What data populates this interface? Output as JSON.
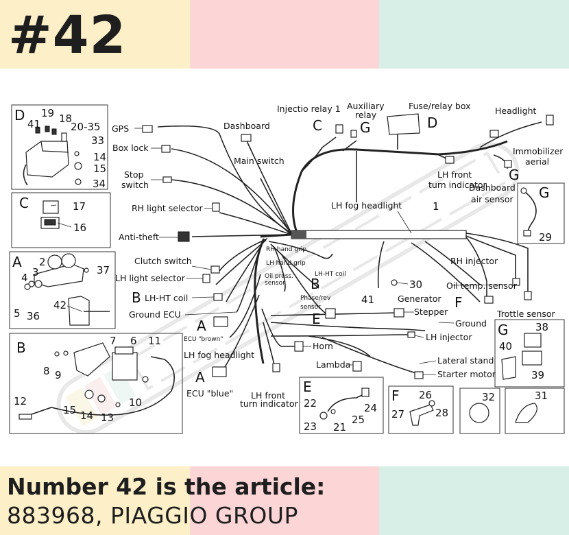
{
  "header": {
    "title": "#42"
  },
  "footer": {
    "line1": "Number 42 is the article:",
    "line2": "883968, PIAGGIO GROUP"
  },
  "watermark": {
    "style": "faint diagonal logo lettering across the diagram"
  },
  "colors": {
    "band_yellow": "#fdf0c8",
    "band_pink": "#fcd6d6",
    "band_mint": "#d7efe7",
    "text": "#1e1e1e"
  },
  "diagram": {
    "labels": {
      "injection_relay": "Injectio relay 1",
      "auxiliary_relay": "Auxiliary\nrelay",
      "fuse_relay_box": "Fuse/relay box",
      "headlight": "Headlight",
      "gps": "GPS",
      "dashboard": "Dashboard",
      "box_lock": "Box lock",
      "main_switch": "Main switch",
      "immobilizer_aerial": "Immobilizer\naerial",
      "stop_switch": "Stop\nswitch",
      "lh_front_turn_indicator_top": "LH front\nturn indicator",
      "dashboard_air_sensor": "Dashboard\nair sensor",
      "rh_light_selector": "RH light selector",
      "lh_fog_headlight_top": "LH fog headlight",
      "anti_theft": "Anti-theft",
      "rh_hand_grip": "RH hand grip",
      "lh_hand_grip": "LH hand grip",
      "lh_ht_coil_right": "LH-HT coil",
      "oil_press_sensor": "Oil press.\nsensor",
      "clutch_switch": "Clutch switch",
      "rh_injector": "RH injector",
      "lh_light_selector": "LH light selector",
      "oil_temp_sensor": "Oil temp. sensor",
      "phase_rev_sensor": "Phase/rev\nsensor",
      "generator": "Generator",
      "lh_ht_coil_left": "LH-HT coil",
      "ground_ecu": "Ground ECU",
      "stepper": "Stepper",
      "trottle_sensor": "Trottle sensor",
      "ground": "Ground",
      "ecu_brown": "ECU \"brown\"",
      "lh_injector": "LH injector",
      "horn": "Horn",
      "lh_fog_headlight_left": "LH fog headlight",
      "lateral_stand": "Lateral stand",
      "lambda": "Lambda",
      "starter_motor": "Starter motor",
      "ecu_blue": "ECU \"blue\"",
      "lh_front_turn_indicator_bottom": "LH front\nturn indicator"
    },
    "letters": [
      "A",
      "B",
      "C",
      "D",
      "E",
      "F",
      "G"
    ],
    "numbers": [
      "1",
      "2",
      "3",
      "4",
      "5",
      "6",
      "7",
      "8",
      "9",
      "10",
      "11",
      "12",
      "13",
      "14",
      "15",
      "16",
      "17",
      "18",
      "19",
      "20-35",
      "22",
      "23",
      "24",
      "25",
      "26",
      "27",
      "28",
      "29",
      "30",
      "31",
      "32",
      "33",
      "34",
      "36",
      "37",
      "38",
      "39",
      "40",
      "41",
      "42"
    ]
  }
}
